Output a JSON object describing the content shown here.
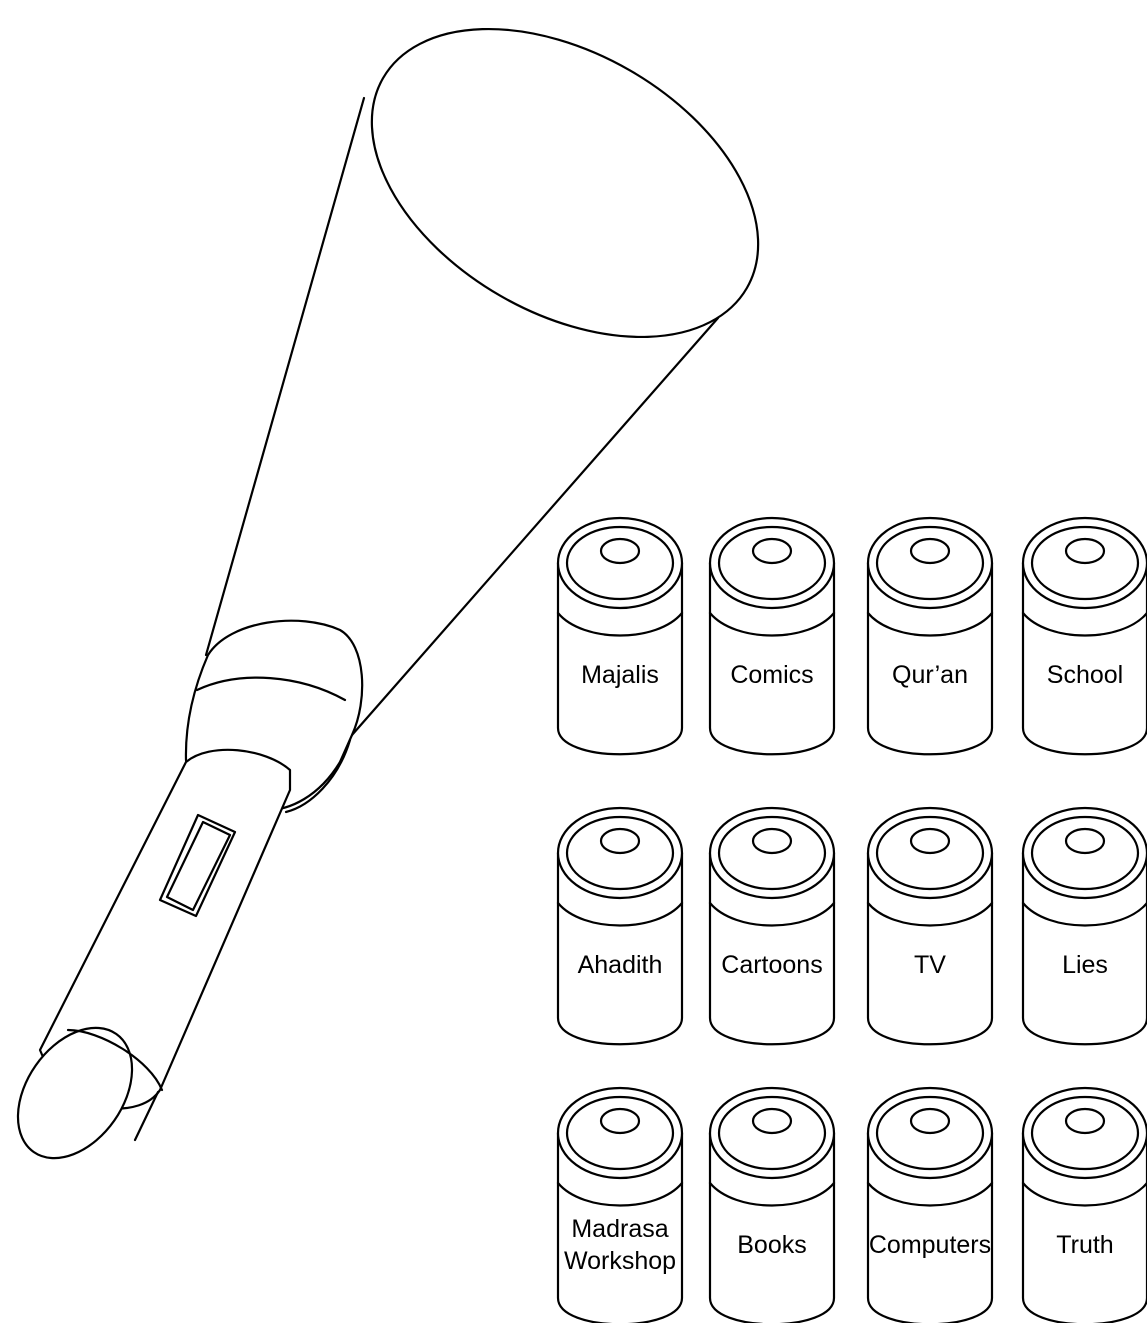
{
  "batteries": [
    {
      "label": "Majalis"
    },
    {
      "label": "Comics"
    },
    {
      "label": "Qur’an"
    },
    {
      "label": "School"
    },
    {
      "label": "Ahadith"
    },
    {
      "label": "Cartoons"
    },
    {
      "label": "TV"
    },
    {
      "label": "Lies"
    },
    {
      "label": "Madrasa\nWorkshop"
    },
    {
      "label": "Books"
    },
    {
      "label": "Computers"
    },
    {
      "label": "Truth"
    }
  ]
}
